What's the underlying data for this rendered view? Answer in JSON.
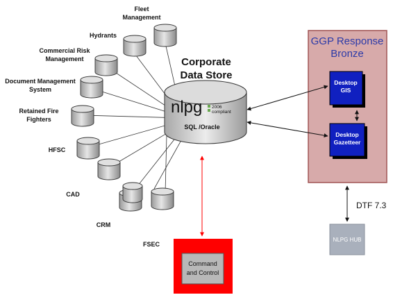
{
  "central_store": {
    "title_line1": "Corporate",
    "title_line2": "Data Store",
    "logo_text": "nlpg",
    "logo_year": "2006",
    "logo_sub": "compliant",
    "label": "SQL /Oracle"
  },
  "systems": [
    {
      "id": "fleet",
      "line1": "Fleet",
      "line2": "Management"
    },
    {
      "id": "hydrants",
      "line1": "Hydrants",
      "line2": ""
    },
    {
      "id": "commercial-risk",
      "line1": "Commercial Risk",
      "line2": "Management"
    },
    {
      "id": "document-management",
      "line1": "Document Management",
      "line2": "System"
    },
    {
      "id": "retained-fire",
      "line1": "Retained Fire",
      "line2": "Fighters"
    },
    {
      "id": "hfsc",
      "line1": "HFSC",
      "line2": ""
    },
    {
      "id": "cad",
      "line1": "CAD",
      "line2": ""
    },
    {
      "id": "crm",
      "line1": "CRM",
      "line2": ""
    },
    {
      "id": "fsec",
      "line1": "FSEC",
      "line2": ""
    }
  ],
  "ggp_panel": {
    "title_line1": "GGP Response",
    "title_line2": "Bronze",
    "desktop_gis_line1": "Desktop",
    "desktop_gis_line2": "GIS",
    "desktop_gazetteer_line1": "Desktop",
    "desktop_gazetteer_line2": "Gazetteer"
  },
  "dtf_label": "DTF 7.3",
  "nlpg_hub": "NLPG HUB",
  "command_control": {
    "line1": "Command",
    "line2": "and Control"
  },
  "colors": {
    "ggp_fill": "#d7aaaa",
    "ggp_border": "#a05555",
    "ggp_title": "#2b3aa8",
    "desktop_box": "#1020c0",
    "command_outer": "#ff0000",
    "command_inner": "#b8b8b8",
    "hub_fill": "#a9b0bc",
    "red_arrow": "#ff0000",
    "cylinder_fill": "#cfcfcf"
  }
}
